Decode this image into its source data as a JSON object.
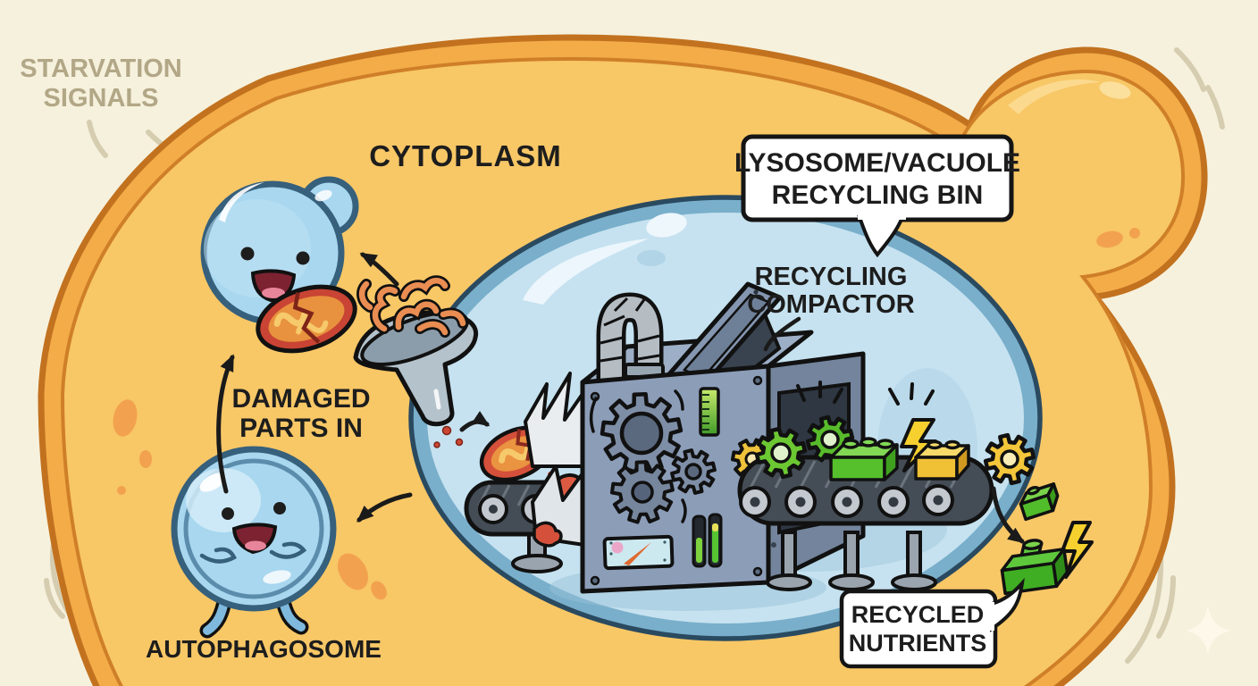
{
  "diagram_title": "Autophagy cell recycling cartoon",
  "labels": {
    "starvation_signals": {
      "line1": "STARVATION",
      "line2": "SIGNALS"
    },
    "cytoplasm": "CYTOPLASM",
    "lysosome_bubble": {
      "line1": "LYSOSOME/VACUOLE",
      "line2": "RECYCLING BIN"
    },
    "recycling_compactor": {
      "line1": "RECYCLING",
      "line2": "COMPACTOR"
    },
    "damaged_parts": {
      "line1": "DAMAGED",
      "line2": "PARTS IN"
    },
    "autophagosome": "AUTOPHAGOSOME",
    "recycled_bubble": {
      "line1": "RECYCLED",
      "line2": "NUTRIENTS"
    }
  },
  "colors": {
    "background": "#f6f1dd",
    "cell_membrane_band": "#f3ac48",
    "cell_outline": "#c2721f",
    "cytoplasm": "#f8c766",
    "vacuole_fill": "#c6e2f0",
    "vacuole_rim": "#79afcb",
    "machine_body": "#8c9db8",
    "conveyor": "#444c55",
    "organelle_blue": "#a8d7ef",
    "mitochondrion_red": "#d5503a",
    "recycled_green": "#55c02c",
    "energy_yellow": "#f5d02e",
    "ink": "#1a1a1a",
    "muted_text": "#b2a786"
  }
}
